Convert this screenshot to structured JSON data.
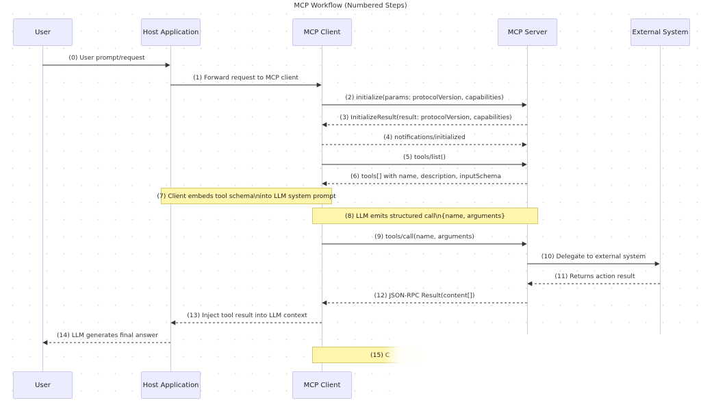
{
  "title": "MCP Workflow (Numbered Steps)",
  "actors": [
    {
      "id": "user",
      "label": "User"
    },
    {
      "id": "host",
      "label": "Host Application"
    },
    {
      "id": "client",
      "label": "MCP Client"
    },
    {
      "id": "server",
      "label": "MCP Server"
    },
    {
      "id": "external",
      "label": "External System"
    }
  ],
  "bottom_actors": [
    {
      "id": "user",
      "label": "User"
    },
    {
      "id": "host",
      "label": "Host Application"
    },
    {
      "id": "client",
      "label": "MCP Client"
    }
  ],
  "messages": [
    {
      "from": "user",
      "to": "host",
      "style": "solid",
      "label": "(0) User prompt/request"
    },
    {
      "from": "host",
      "to": "client",
      "style": "solid",
      "label": "(1) Forward request to MCP client"
    },
    {
      "from": "client",
      "to": "server",
      "style": "solid",
      "label": "(2) initialize(params: protocolVersion, capabilities)"
    },
    {
      "from": "server",
      "to": "client",
      "style": "dashed",
      "label": "(3) InitializeResult(result: protocolVersion, capabilities)"
    },
    {
      "from": "client",
      "to": "server",
      "style": "dashed",
      "label": "(4) notifications/initialized"
    },
    {
      "from": "client",
      "to": "server",
      "style": "solid",
      "label": "(5) tools/list()"
    },
    {
      "from": "server",
      "to": "client",
      "style": "dashed",
      "label": "(6) tools[] with name, description, inputSchema"
    },
    {
      "from": "client",
      "to": "server",
      "style": "solid",
      "label": "(9) tools/call(name, arguments)"
    },
    {
      "from": "server",
      "to": "external",
      "style": "solid",
      "label": "(10) Delegate to external system"
    },
    {
      "from": "external",
      "to": "server",
      "style": "dashed",
      "label": "(11) Returns action result"
    },
    {
      "from": "server",
      "to": "client",
      "style": "dashed",
      "label": "(12) JSON-RPC Result(content[])"
    },
    {
      "from": "client",
      "to": "host",
      "style": "dashed",
      "label": "(13) Inject tool result into LLM context"
    },
    {
      "from": "host",
      "to": "user",
      "style": "dashed",
      "label": "(14) LLM generates final answer"
    }
  ],
  "notes": [
    {
      "label": "(7) Client embeds tool schema\\ninto LLM system prompt"
    },
    {
      "label": "(8) LLM emits structured call\\n{name, arguments}"
    },
    {
      "label": "(15) C"
    }
  ],
  "colors": {
    "actor_fill": "#ececff",
    "actor_border": "#c9c9f0",
    "lifeline": "#c8c8e8",
    "note_fill": "#fff5ad",
    "note_border": "#d6c96a",
    "arrow": "#333333"
  }
}
